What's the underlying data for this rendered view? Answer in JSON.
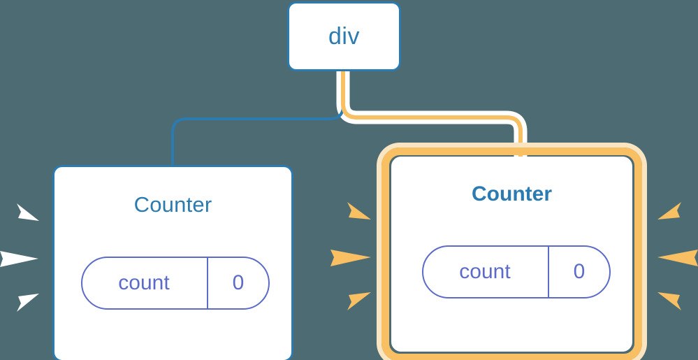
{
  "diagram": {
    "title": "React component tree re-render highlight",
    "background_color": "#4d6b72",
    "accent_blue": "#2b7bb0",
    "accent_indigo": "#5c6bc8",
    "accent_amber": "#f8c063",
    "accent_amber_glow": "#fae5c3",
    "card_background": "#ffffff"
  },
  "root": {
    "label": "div"
  },
  "children": [
    {
      "label": "Counter",
      "highlighted": "false",
      "state": {
        "key": "count",
        "value": "0"
      }
    },
    {
      "label": "Counter",
      "highlighted": "true",
      "state": {
        "key": "count",
        "value": "0"
      }
    }
  ],
  "connectors": [
    {
      "name": "root-to-left-counter",
      "color": "#2b7bb0",
      "style": "plain"
    },
    {
      "name": "root-to-right-counter",
      "color": "#f8c063",
      "style": "halo"
    }
  ],
  "sparkles": [
    {
      "name": "left-card-sparkles",
      "color": "#ffffff",
      "count": "3"
    },
    {
      "name": "right-card-left-sparkles",
      "color": "#f8c063",
      "count": "3"
    },
    {
      "name": "right-card-right-sparkles",
      "color": "#f8c063",
      "count": "3"
    }
  ]
}
